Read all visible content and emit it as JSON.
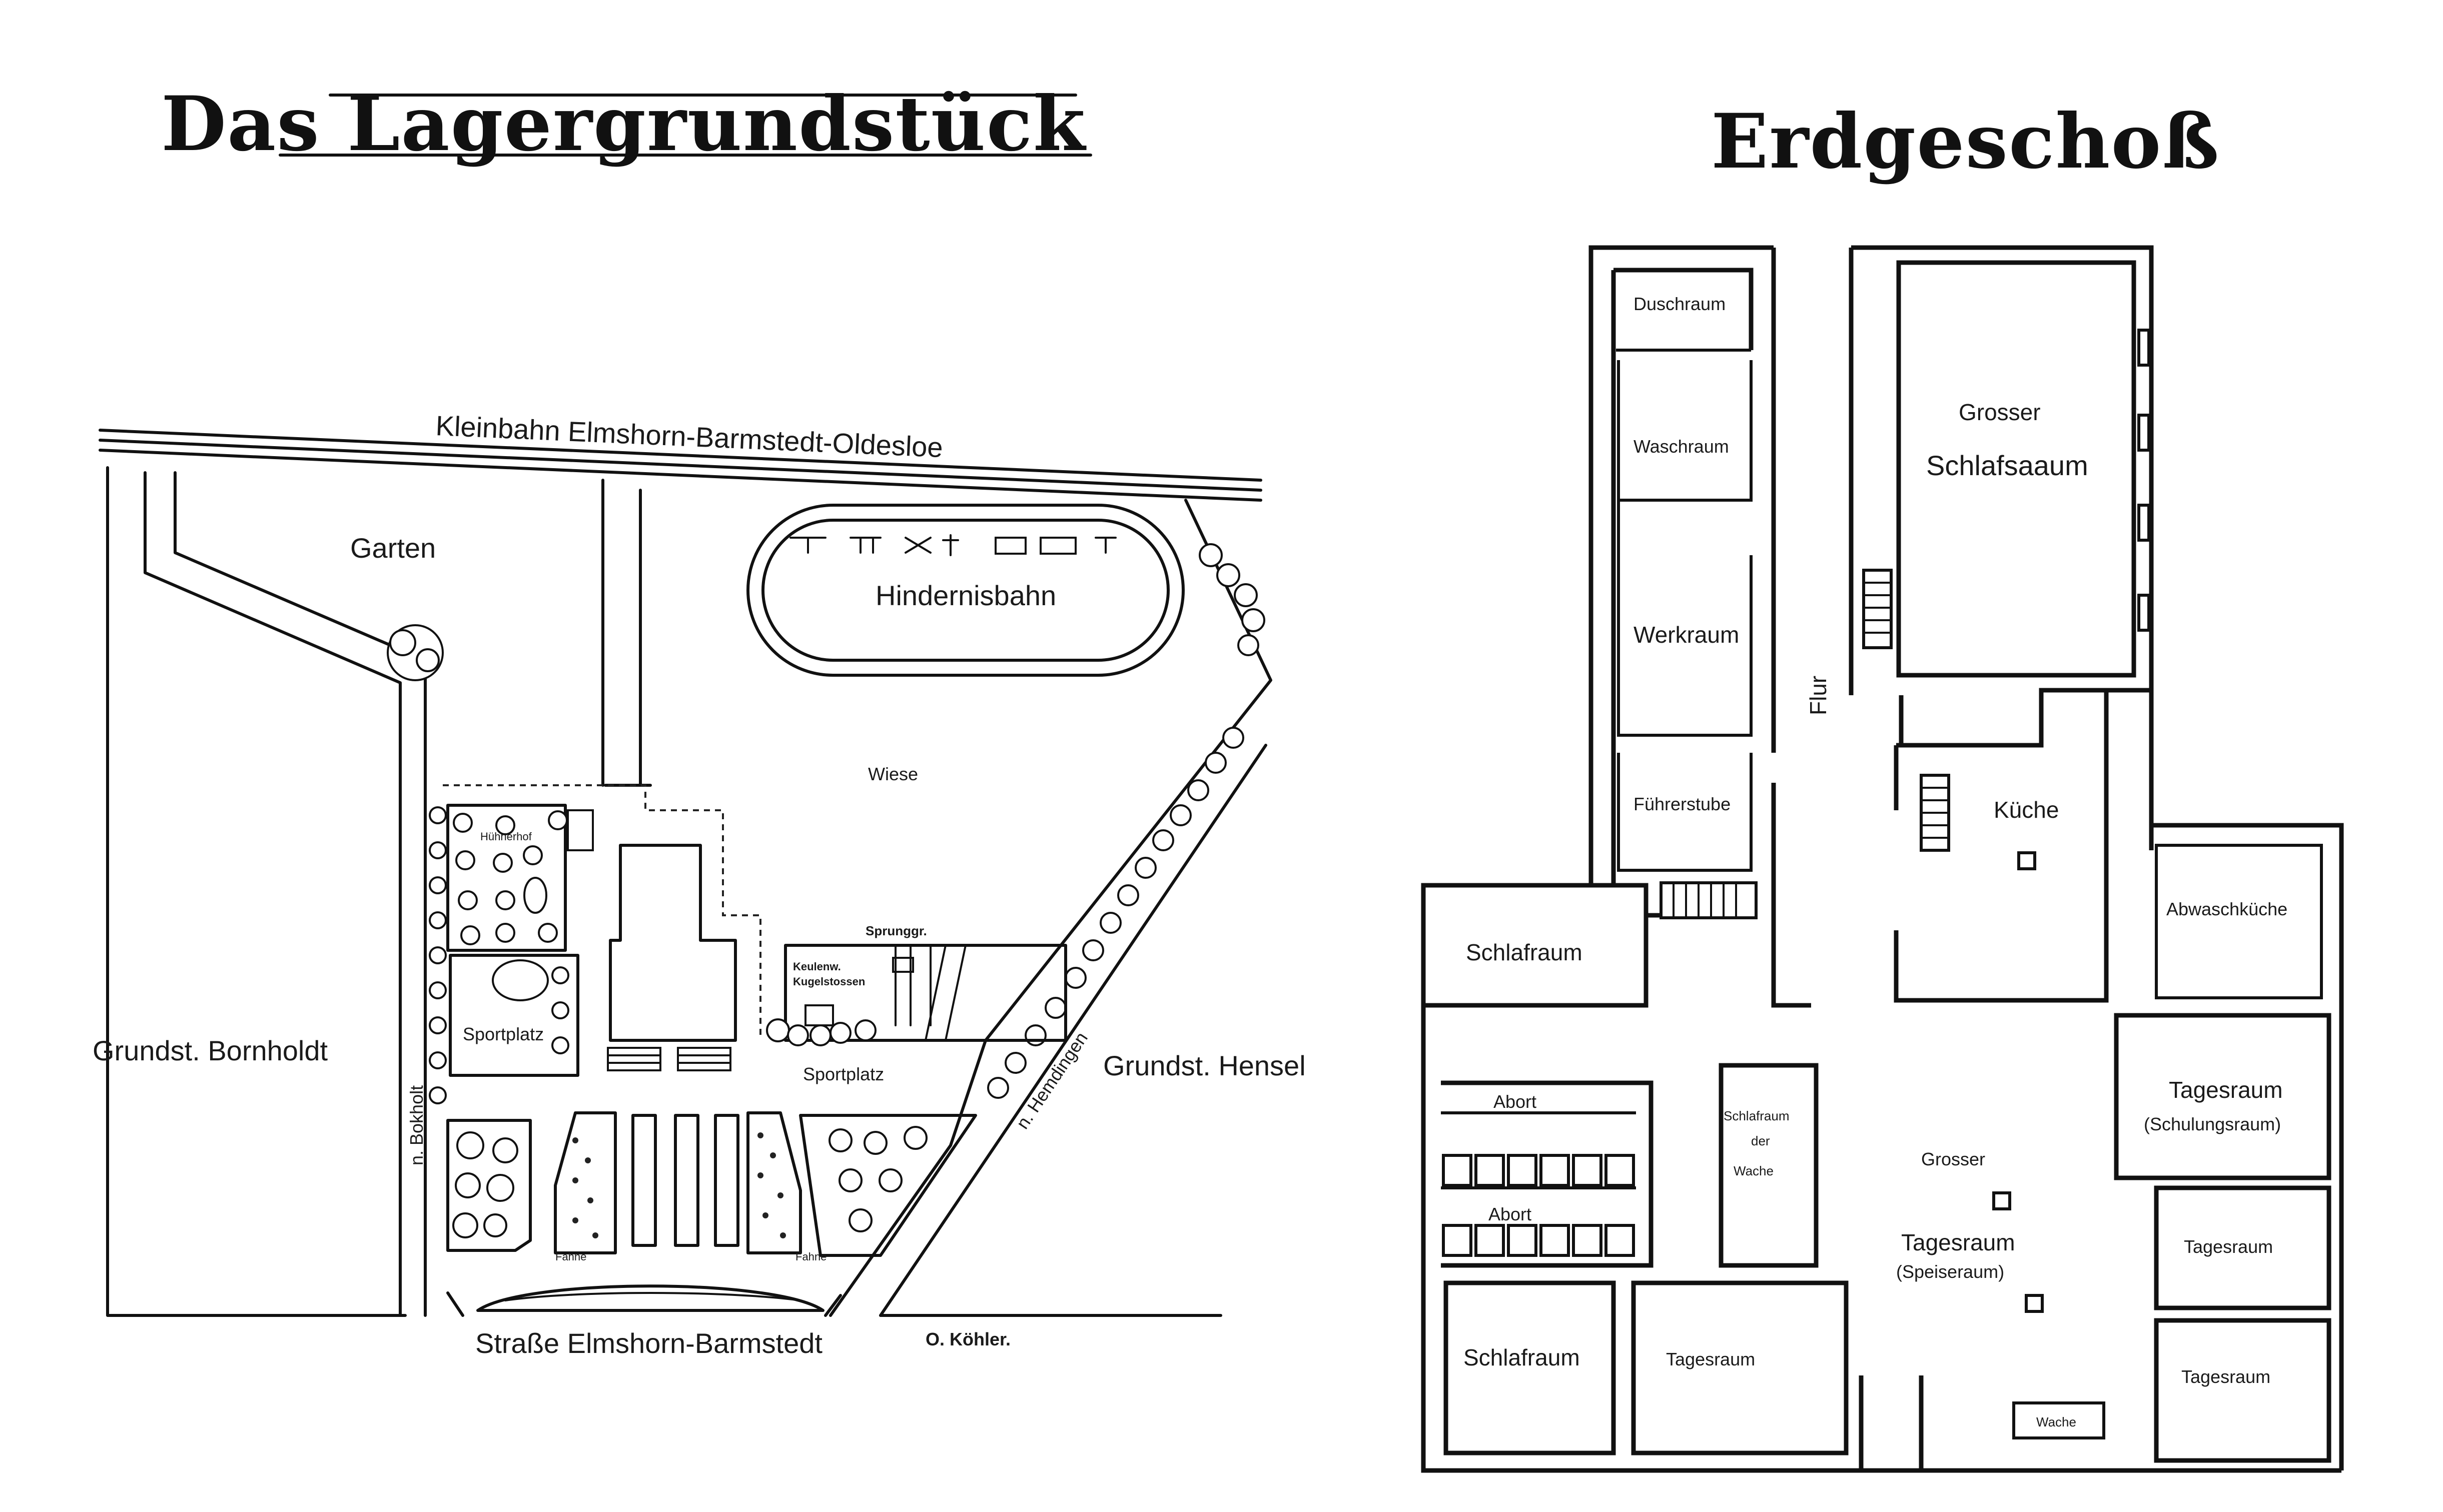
{
  "site_plan": {
    "title": "Das Lagergrundstück",
    "railway": "Kleinbahn Elmshorn-Barmstedt-Oldesloe",
    "garden": "Garten",
    "obstacle_course": "Hindernisbahn",
    "meadow": "Wiese",
    "chicken_run": "Hühnerhof",
    "sports_field_left": "Sportplatz",
    "sports_field_right": "Sportplatz",
    "high_jump": "Sprunggr.",
    "shot_put_line1": "Keulenw.",
    "shot_put_line2": "Kugelstossen",
    "neighbor_left": "Grundst. Bornholdt",
    "neighbor_right": "Grundst. Hensel",
    "road_left": "n. Bokholt",
    "road_right": "n. Hemdingen",
    "main_road": "Straße Elmshorn-Barmstedt",
    "flagpole_left": "Fahne",
    "flagpole_right": "Fahne",
    "author": "O. Köhler."
  },
  "floor_plan": {
    "title": "Erdgeschoß",
    "rooms": {
      "shower": "Duschraum",
      "washroom": "Waschraum",
      "workroom": "Werkraum",
      "leader_room": "Führerstube",
      "dormitory_large_line1": "Grosser",
      "dormitory_large_line2": "Schlafsaaum",
      "corridor": "Flur",
      "kitchen": "Küche",
      "scullery": "Abwaschküche",
      "bedroom_left": "Schlafraum",
      "toilet_upper": "Abort",
      "toilet_lower": "Abort",
      "guard_bedroom_line1": "Schlafraum",
      "guard_bedroom_line2": "der",
      "guard_bedroom_line3": "Wache",
      "day_room_training_line1": "Tagesraum",
      "day_room_training_line2": "(Schulungsraum)",
      "day_room_large_line1": "Grosser",
      "day_room_large_line2": "Tagesraum",
      "day_room_large_line3": "(Speiseraum)",
      "day_room_right_upper": "Tagesraum",
      "day_room_right_lower": "Tagesraum",
      "bedroom_bottom": "Schlafraum",
      "day_room_bottom": "Tagesraum",
      "guard": "Wache"
    }
  }
}
